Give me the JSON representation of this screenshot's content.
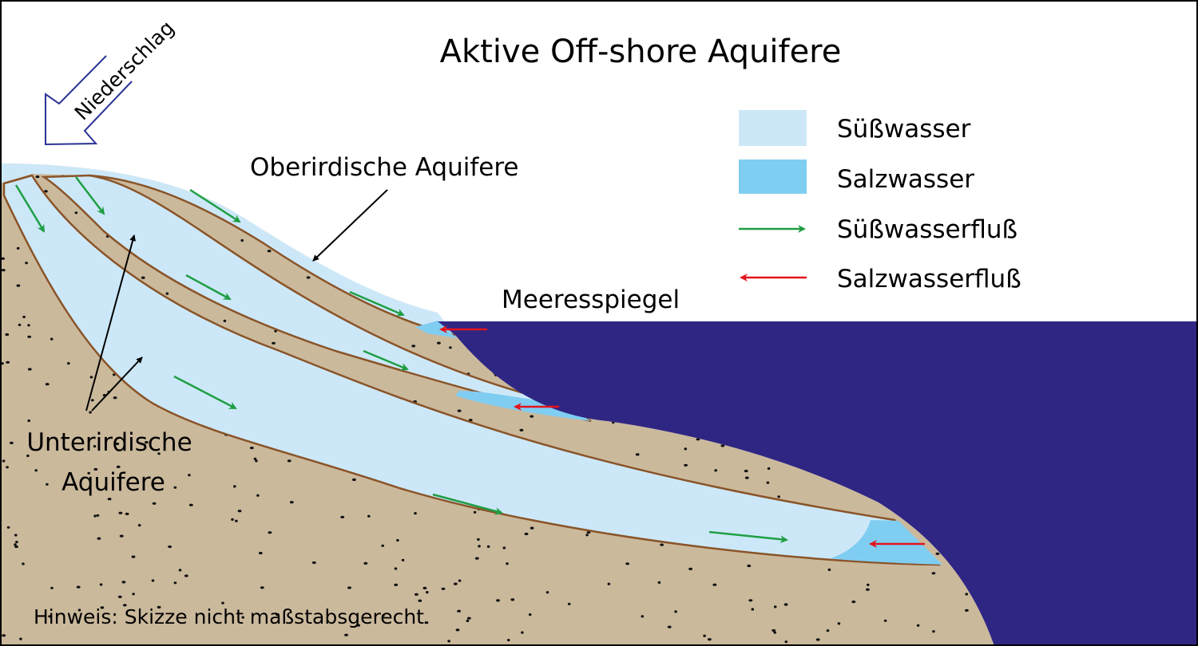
{
  "title": "Aktive Off-shore Aquifere",
  "labels": {
    "precipitation": "Niederschlag",
    "surface_aquifer": "Oberirdische Aquifere",
    "sea_level": "Meeresspiegel",
    "underground_aquifer_line1": "Unterirdische",
    "underground_aquifer_line2": "Aquifere",
    "note": "Hinweis: Skizze nicht maßstabsgerecht"
  },
  "legend": [
    {
      "label": "Süßwasser",
      "icon": "freshwater-swatch"
    },
    {
      "label": "Salzwasser",
      "icon": "saltwater-swatch"
    },
    {
      "label": "Süßwasserfluß",
      "icon": "green-arrow"
    },
    {
      "label": "Salzwasserfluß",
      "icon": "red-arrow"
    }
  ],
  "colors": {
    "freshwater": "#cce8f8",
    "saltwater": "#80cdf2",
    "sea": "#2f2683",
    "land": "#cbb99c",
    "layer_line": "#8a5428",
    "fresh_flow": "#1f9e44",
    "salt_flow": "#e3141c",
    "precip_arrow": "#2a3296"
  }
}
